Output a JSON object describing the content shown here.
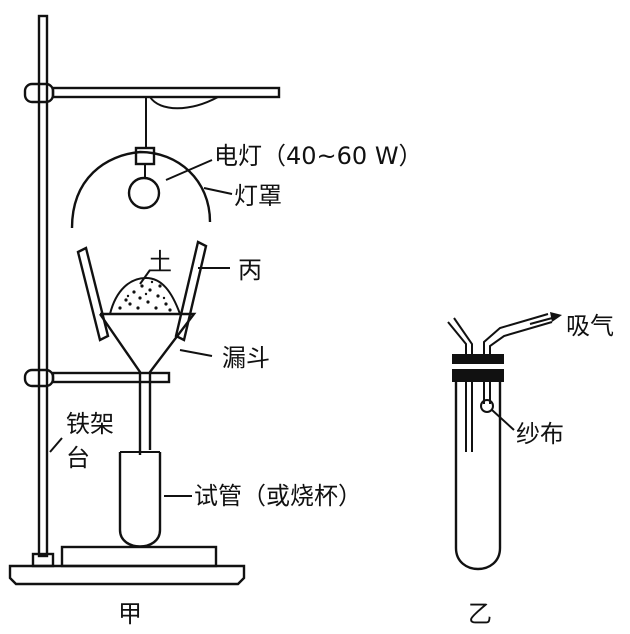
{
  "apparatus_a": {
    "caption": "甲",
    "labels": {
      "lamp": "电灯（40~60 W）",
      "lampshade": "灯罩",
      "soil": "土",
      "bing": "丙",
      "funnel": "漏斗",
      "stand_line1": "铁架",
      "stand_line2": "台",
      "test_tube": "试管（或烧杯）"
    }
  },
  "apparatus_b": {
    "caption": "乙",
    "labels": {
      "suction": "吸气",
      "gauze": "纱布"
    }
  }
}
